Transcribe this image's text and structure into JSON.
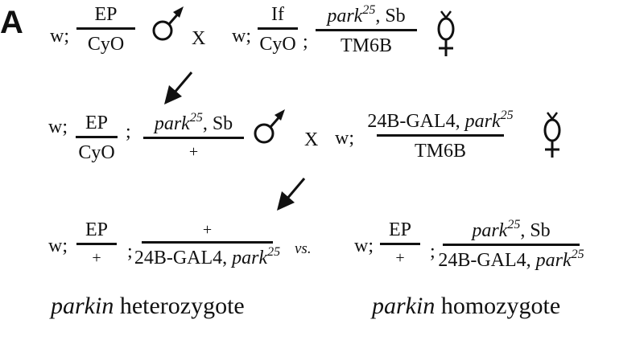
{
  "panel_label": "A",
  "cross_symbol": "X",
  "vs_label": "vs.",
  "semicolon": ";",
  "genotype_prefix": "w;",
  "row1": {
    "male": {
      "chr2": {
        "top": "EP",
        "bottom": "CyO"
      }
    },
    "female": {
      "chr2": {
        "top": "If",
        "bottom": "CyO"
      },
      "chr3": {
        "top_gene": "park",
        "top_allele": "25",
        "top_suffix": ", Sb",
        "bottom": "TM6B"
      }
    }
  },
  "row2": {
    "male": {
      "chr2": {
        "top": "EP",
        "bottom": "CyO"
      },
      "chr3": {
        "top_gene": "park",
        "top_allele": "25",
        "top_suffix": ", Sb",
        "bottom": "+"
      }
    },
    "female": {
      "chr3": {
        "top_prefix": "24B-GAL4, ",
        "top_gene": "park",
        "top_allele": "25",
        "bottom": "TM6B"
      }
    }
  },
  "row3": {
    "heterozygote": {
      "chr2": {
        "top": "EP",
        "bottom": "+"
      },
      "chr3": {
        "top": "+",
        "bottom_prefix": "24B-GAL4, ",
        "bottom_gene": "park",
        "bottom_allele": "25"
      },
      "label_gene": "parkin",
      "label_text": " heterozygote"
    },
    "homozygote": {
      "chr2": {
        "top": "EP",
        "bottom": "+"
      },
      "chr3": {
        "top_gene": "park",
        "top_allele": "25",
        "top_suffix": ", Sb",
        "bottom_prefix": "24B-GAL4, ",
        "bottom_gene": "park",
        "bottom_allele": "25"
      },
      "label_gene": "parkin",
      "label_text": " homozygote"
    }
  },
  "icons": [
    "male-symbol-icon",
    "female-symbol-icon",
    "arrow-down-left-icon"
  ]
}
